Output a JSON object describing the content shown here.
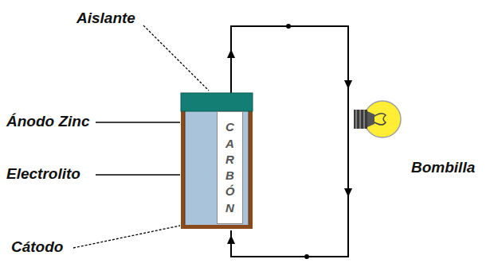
{
  "diagram": {
    "nodes": [
      {
        "text": [
          "CARBÓN"
        ]
      }
    ],
    "labels": [
      "Aislante",
      "Ánodo Zinc",
      "Electrolito",
      "Cátodo",
      "Bombilla"
    ]
  }
}
